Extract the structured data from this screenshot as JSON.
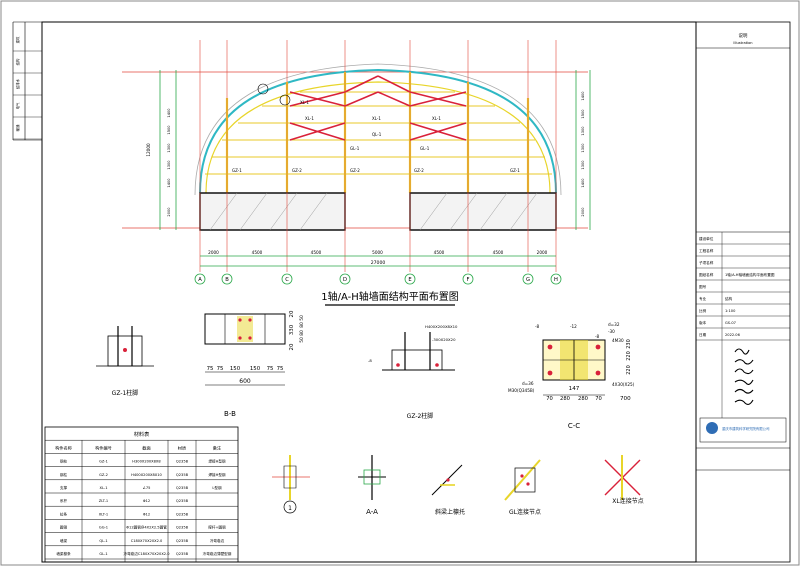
{
  "drawing": {
    "main_title": "1轴/A-H轴墙面结构平面布置图",
    "overall_dim": "27000",
    "grid_axes": [
      "A",
      "B",
      "C",
      "D",
      "E",
      "F",
      "G",
      "H"
    ],
    "spans": [
      "2000",
      "4500",
      "4500",
      "5000",
      "4500",
      "4500",
      "2000"
    ],
    "left_height_total": "12000",
    "left_heights": [
      "2000",
      "1400",
      "1300",
      "1300",
      "1500",
      "1400"
    ],
    "right_heights": [
      "2000",
      "1400",
      "1300",
      "1300",
      "1300",
      "1500",
      "1400"
    ],
    "column_labels": [
      "GZ-1",
      "GZ-2",
      "GZ-2",
      "GZ-2",
      "GZ-1"
    ],
    "brace_labels": [
      "XL-1",
      "XL-1",
      "XL-1",
      "XL-1"
    ],
    "beam_labels": [
      "GL-1",
      "QL-1",
      "GL-1"
    ]
  },
  "details": {
    "gz1_title": "GZ-1柱脚",
    "bb_title": "B-B",
    "bb_dims": [
      "75",
      "75",
      "150",
      "150",
      "75",
      "75"
    ],
    "bb_total": "600",
    "bb_vert": [
      "20",
      "330",
      "20"
    ],
    "bb_rows": [
      "50",
      "80",
      "80",
      "50"
    ],
    "gz2_title": "GZ-2柱脚",
    "gz2_notes": [
      "H400X200X8X10",
      "-300X20X20",
      "-8"
    ],
    "cc_title": "C-C",
    "cc_dims": [
      "70",
      "280",
      "280",
      "70"
    ],
    "cc_total": "700",
    "cc_vert": [
      "230",
      "220",
      "220"
    ],
    "cc_mid": "147",
    "cc_bolts": [
      "M30(Q345B)",
      "4M30"
    ],
    "cc_notes": [
      "-8",
      "-12",
      "-8",
      "d=32",
      "-30",
      "d=36",
      "4X30(X25)"
    ],
    "node1_label": "1",
    "aa_title": "A-A",
    "beam_node_title": "斜梁上檩托",
    "gl_node_title": "GL连接节点",
    "xl_node_title": "XL连接节点"
  },
  "table": {
    "title": "材料表",
    "headers": [
      "构件名称",
      "构件编号",
      "截面",
      "材质",
      "备注"
    ],
    "rows": [
      [
        "钢柱",
        "GZ-1",
        "H300X200X8X8",
        "Q235B",
        "焊接H型钢"
      ],
      [
        "钢柱",
        "GZ-2",
        "H400X200X8X10",
        "Q235B",
        "焊接H型钢"
      ],
      [
        "支撑",
        "XL-1",
        "∠75",
        "Q235B",
        "L型钢"
      ],
      [
        "系杆",
        "ZLT-1",
        "Φ12",
        "Q235B",
        ""
      ],
      [
        "拉条",
        "XLT-1",
        "Φ12",
        "Q235B",
        ""
      ],
      [
        "圆钢",
        "GG-1",
        "Φ12圆钢@4X2X2.5圆管",
        "Q235B",
        "撑杆+圆钢"
      ],
      [
        "墙梁",
        "QL-1",
        "C180X70X20X2.0",
        "Q235B",
        "冷弯卷边"
      ],
      [
        "墙梁檩条",
        "GL-1",
        "冷弯卷边C180X70X20X2.0",
        "Q235B",
        "冷弯卷边薄壁型钢"
      ]
    ]
  },
  "title_block": {
    "header": "说明",
    "header_sub": "Illustration",
    "rows": [
      {
        "label": "建设单位",
        "value": ""
      },
      {
        "label": "工程名称",
        "value": ""
      },
      {
        "label": "子项名称",
        "value": ""
      },
      {
        "label": "图纸名称",
        "value": "1轴/A-H轴墙面结构平面布置图"
      },
      {
        "label": "图号",
        "value": ""
      },
      {
        "label": "专业",
        "value": "结构"
      },
      {
        "label": "比例",
        "value": "1:100"
      },
      {
        "label": "版本",
        "value": "GS-07"
      },
      {
        "label": "日期",
        "value": "2022.06"
      }
    ],
    "company": "重庆市建筑科学研究院有限公司",
    "left_stamps": [
      "建筑",
      "结构",
      "给排水",
      "电气",
      "暖通"
    ]
  }
}
